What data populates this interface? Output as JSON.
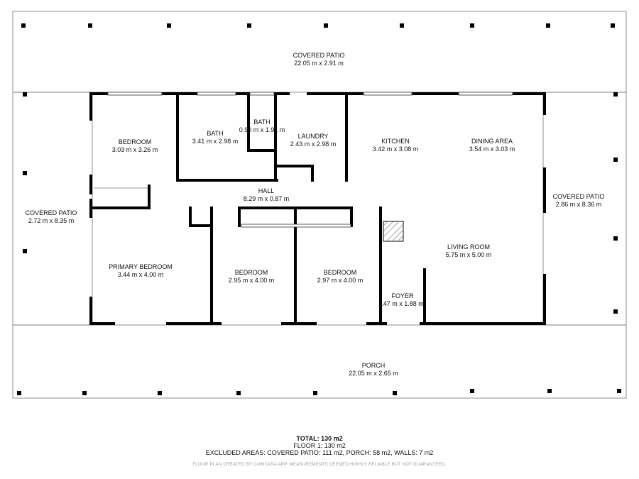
{
  "rooms": {
    "covered_patio_top": {
      "name": "COVERED PATIO",
      "dims": "22.05 m x 2.91 m"
    },
    "bedroom_nw": {
      "name": "BEDROOM",
      "dims": "3.03 m x 3.26 m"
    },
    "bath": {
      "name": "BATH",
      "dims": "3.41 m x 2.98 m"
    },
    "bath_small": {
      "name": "BATH",
      "dims": "0.90 m x 1.91 m"
    },
    "laundry": {
      "name": "LAUNDRY",
      "dims": "2.43 m x 2.98 m"
    },
    "kitchen": {
      "name": "KITCHEN",
      "dims": "3.42 m x 3.08 m"
    },
    "dining_area": {
      "name": "DINING AREA",
      "dims": "3.54 m x 3.03 m"
    },
    "hall": {
      "name": "HALL",
      "dims": "8.29 m x 0.87 m"
    },
    "covered_patio_left": {
      "name": "COVERED PATIO",
      "dims": "2.72 m x 8.35 m"
    },
    "covered_patio_right": {
      "name": "COVERED PATIO",
      "dims": "2.86 m x 8.36 m"
    },
    "primary_bedroom": {
      "name": "PRIMARY BEDROOM",
      "dims": "3.44 m x 4.00 m"
    },
    "bedroom_mid": {
      "name": "BEDROOM",
      "dims": "2.95 m x 4.00 m"
    },
    "bedroom_right": {
      "name": "BEDROOM",
      "dims": "2.97 m x 4.00 m"
    },
    "living_room": {
      "name": "LIVING ROOM",
      "dims": "5.75 m x 5.00 m"
    },
    "foyer": {
      "name": "FOYER",
      "dims": ".47 m x 1.88 m"
    },
    "porch": {
      "name": "PORCH",
      "dims": "22.05 m x 2.65 m"
    }
  },
  "totals": {
    "total": "TOTAL: 130 m2",
    "floor": "FLOOR 1: 130 m2",
    "excluded": "EXCLUDED AREAS: COVERED PATIO: 111 m2, PORCH: 58 m2, WALLS: 7 m2",
    "credit": "FLOOR PLAN CREATED BY CUBICASA APP. MEASUREMENTS DEEMED HIGHLY RELIABLE BUT NOT GUARANTEED."
  },
  "colors": {
    "wall": "#000000",
    "outline": "#555555",
    "window": "#ffffff",
    "fireplace_hatch": "#888888"
  }
}
